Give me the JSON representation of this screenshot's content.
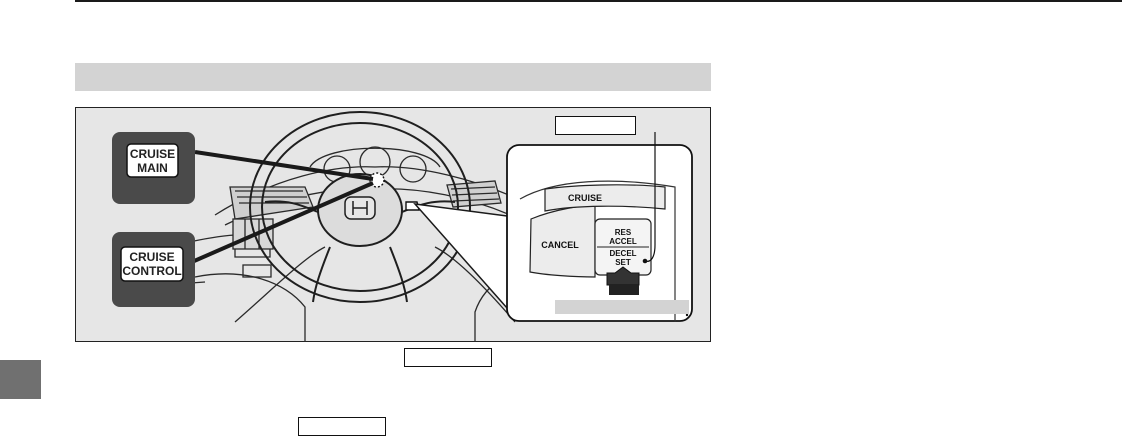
{
  "badges": {
    "cruise_main": [
      "CRUISE",
      "MAIN"
    ],
    "cruise_control": [
      "CRUISE",
      "CONTROL"
    ]
  },
  "switch_panel": {
    "cruise": "CRUISE",
    "cancel": "CANCEL",
    "res_accel": [
      "RES",
      "ACCEL"
    ],
    "decel_set": [
      "DECEL",
      "SET"
    ]
  },
  "colors": {
    "figure_bg": "#e6e6e6",
    "badge_panel": "#4a4a4a",
    "section_band": "#d3d3d3",
    "side_tab": "#707070"
  }
}
